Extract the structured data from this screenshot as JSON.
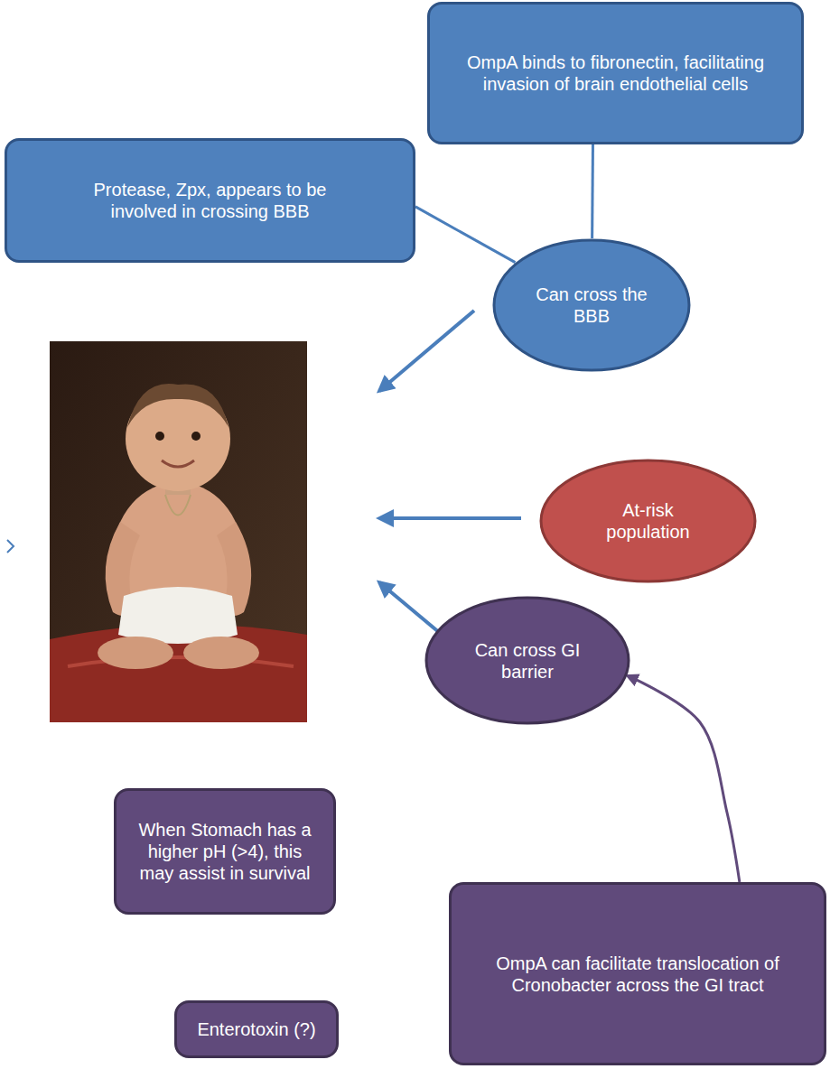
{
  "diagram": {
    "nodes": [
      {
        "text": [
          "OmpA binds to fibronectin, facilitating invasion of brain endothelial cells"
        ]
      },
      {
        "text": [
          "Protease, Zpx, appears to be involved in crossing BBB"
        ]
      },
      {
        "text": [
          "Can cross the BBB"
        ]
      },
      {
        "text": [
          "At-risk population"
        ]
      },
      {
        "text": [
          "Can cross GI barrier"
        ]
      },
      {
        "text": [
          "When Stomach has a higher pH (>4), this may assist in survival"
        ]
      },
      {
        "text": [
          "OmpA can facilitate translocation of Cronobacter across the GI tract"
        ]
      },
      {
        "text": [
          "Enterotoxin (?)"
        ]
      }
    ],
    "edges": [
      {
        "from": 0,
        "to": 2,
        "arrow": "none"
      },
      {
        "from": 1,
        "to": 2,
        "arrow": "none"
      },
      {
        "from": 6,
        "to": 4,
        "arrow": "to"
      }
    ]
  }
}
